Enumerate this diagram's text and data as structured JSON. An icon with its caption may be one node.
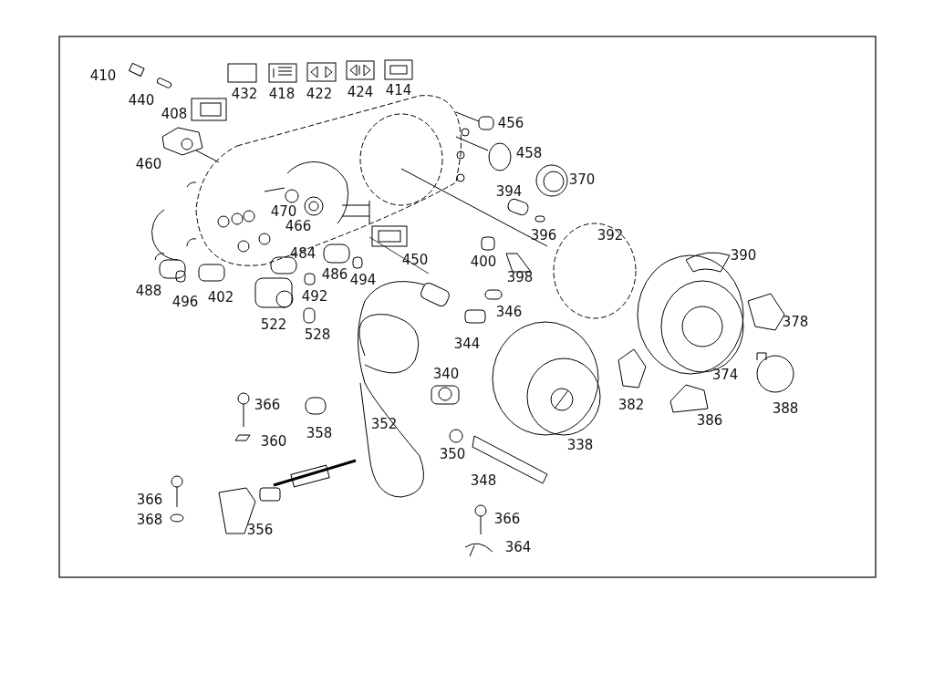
{
  "diagram": {
    "labels": [
      "410",
      "440",
      "408",
      "432",
      "418",
      "422",
      "424",
      "414",
      "456",
      "458",
      "460",
      "370",
      "394",
      "470",
      "466",
      "396",
      "392",
      "484",
      "450",
      "400",
      "390",
      "486",
      "494",
      "398",
      "488",
      "496",
      "402",
      "492",
      "522",
      "346",
      "528",
      "378",
      "344",
      "340",
      "374",
      "366",
      "382",
      "386",
      "388",
      "358",
      "352",
      "360",
      "338",
      "350",
      "348",
      "366",
      "368",
      "356",
      "366",
      "364"
    ]
  }
}
